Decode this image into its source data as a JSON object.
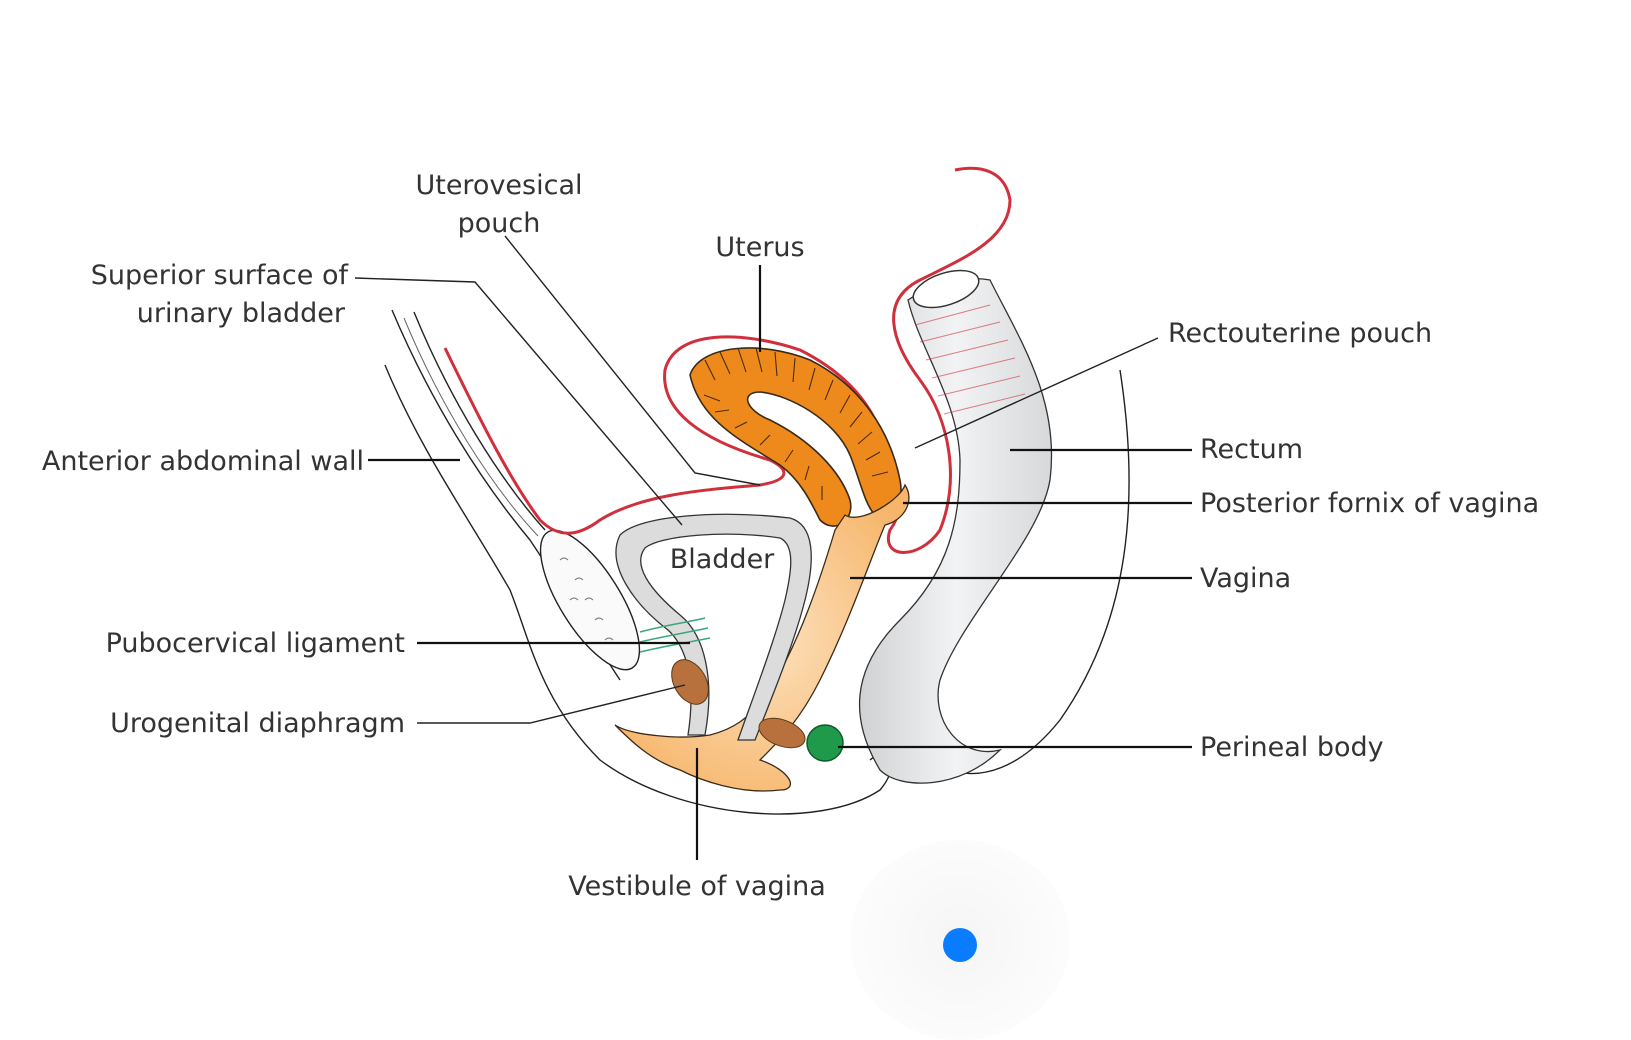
{
  "figure": {
    "title": "Sagittal section of female pelvis",
    "labels": {
      "uterovesical_pouch_line1": "Uterovesical",
      "uterovesical_pouch_line2": "pouch",
      "uterus": "Uterus",
      "superior_surface_line1": "Superior surface of",
      "superior_surface_line2": "urinary bladder",
      "anterior_abdominal_wall": "Anterior abdominal wall",
      "pubocervical_ligament": "Pubocervical ligament",
      "urogenital_diaphragm": "Urogenital diaphragm",
      "vestibule_of_vagina": "Vestibule of vagina",
      "bladder": "Bladder",
      "rectouterine_pouch": "Rectouterine pouch",
      "rectum": "Rectum",
      "posterior_fornix": "Posterior fornix of vagina",
      "vagina": "Vagina",
      "perineal_body": "Perineal body"
    },
    "colors": {
      "peritoneum": "#d0303c",
      "uterus": "#ee8a1c",
      "vagina": "#f8c27e",
      "bladder_wall": "#dcdcdc",
      "rectum": "#e3e5e7",
      "perineal_body": "#1e9a4a",
      "urogenital_diaphragm": "#b8703c",
      "pubocervical_ligament": "#3aa67a",
      "cursor": "#0a7cff"
    }
  }
}
